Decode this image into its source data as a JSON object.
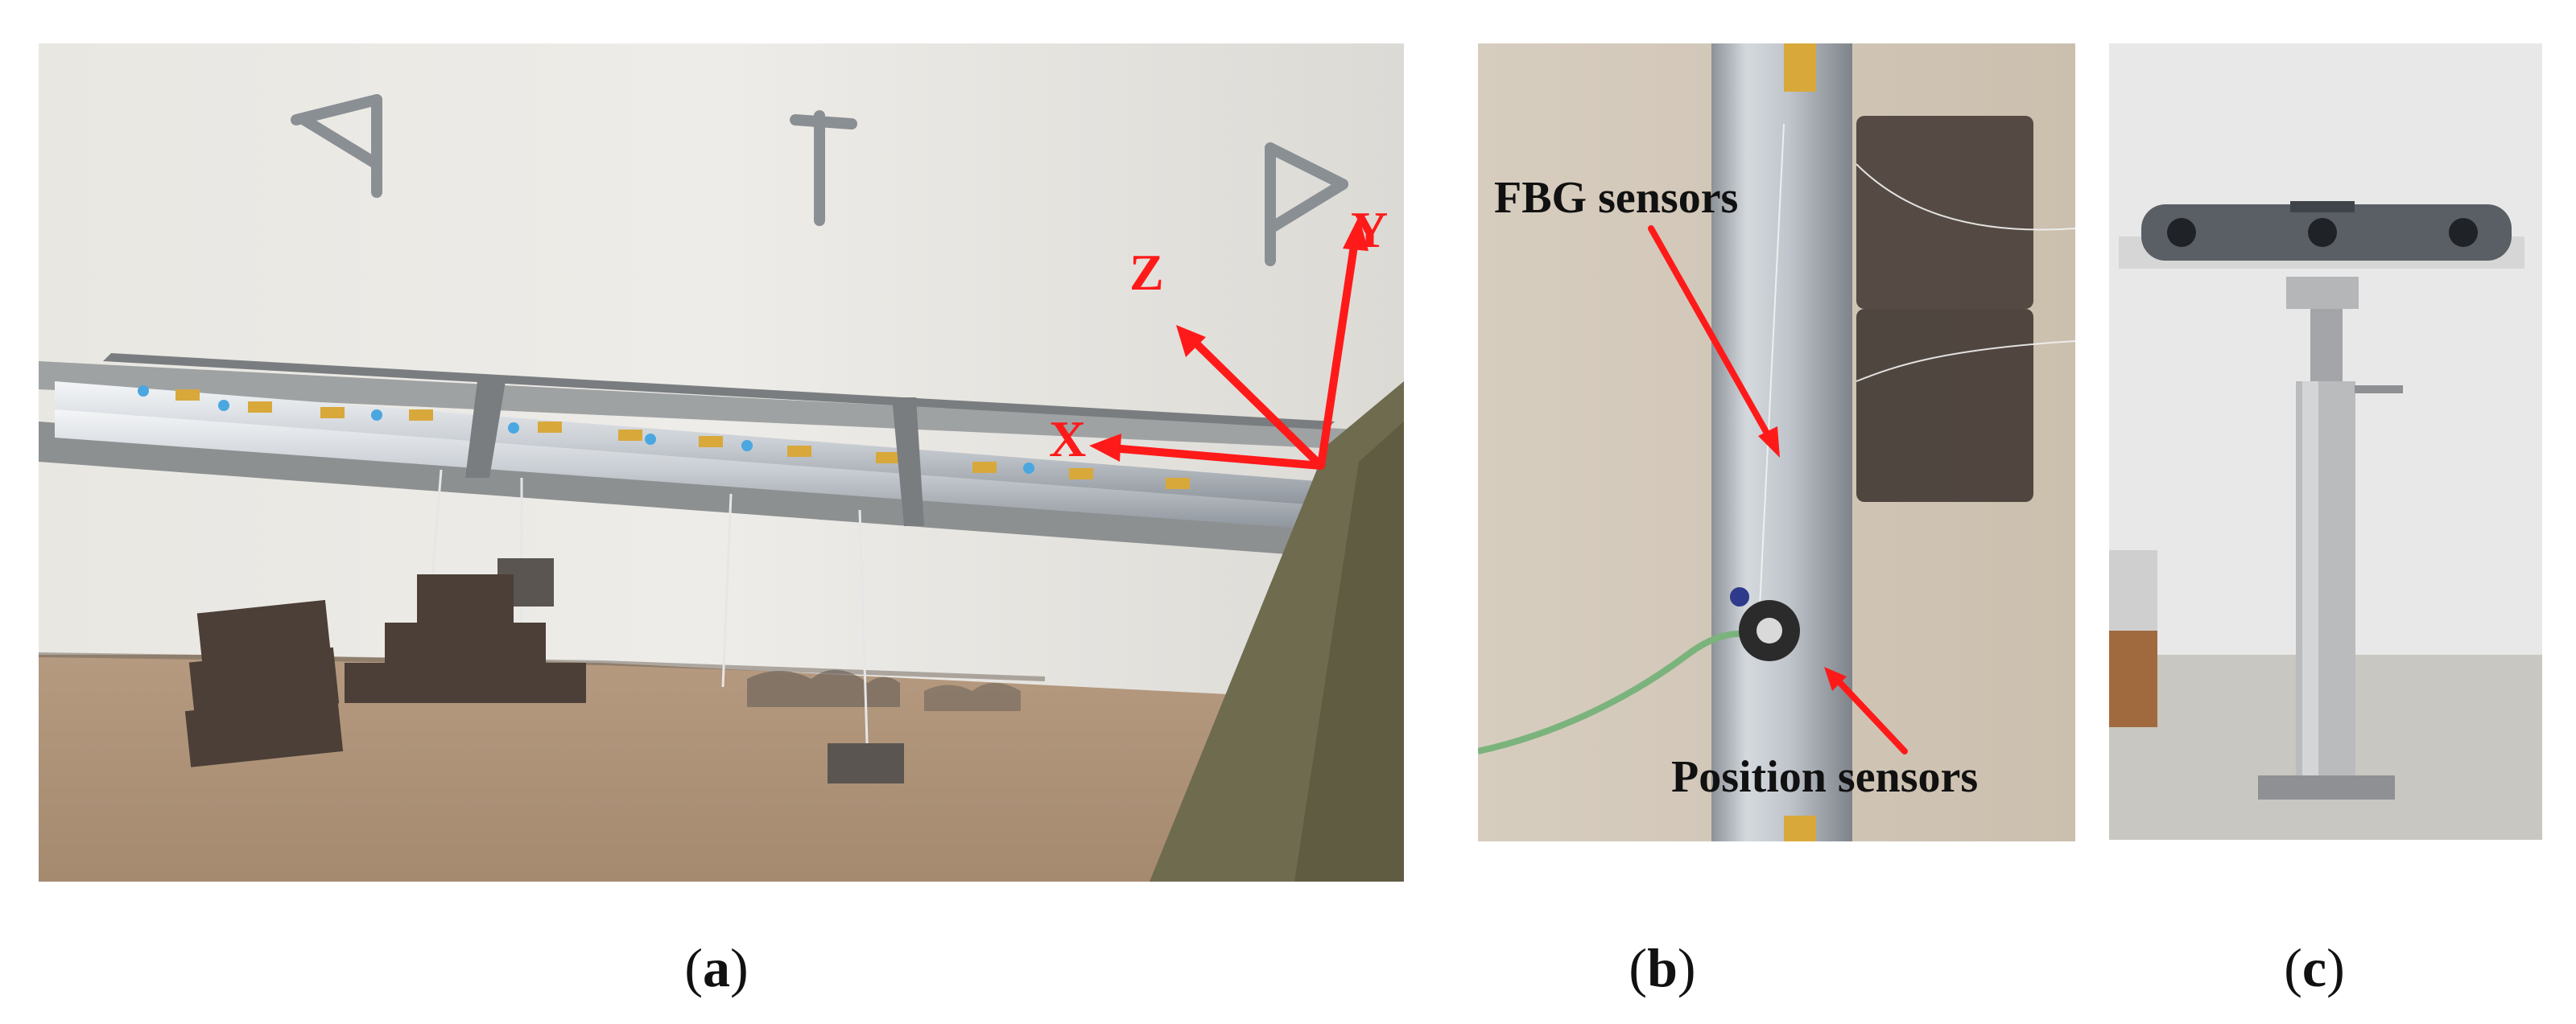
{
  "captions": {
    "a": {
      "open": "(",
      "letter": "a",
      "close": ")"
    },
    "b": {
      "open": "(",
      "letter": "b",
      "close": ")"
    },
    "c": {
      "open": "(",
      "letter": "c",
      "close": ")"
    }
  },
  "panel_a": {
    "axes": {
      "x": "X",
      "y": "Y",
      "z": "Z"
    },
    "arrow_color": "#ff1a1a"
  },
  "panel_b": {
    "label_top": "FBG sensors",
    "label_bottom": "Position sensors",
    "arrow_color": "#ff1a1a"
  },
  "panel_c": {}
}
